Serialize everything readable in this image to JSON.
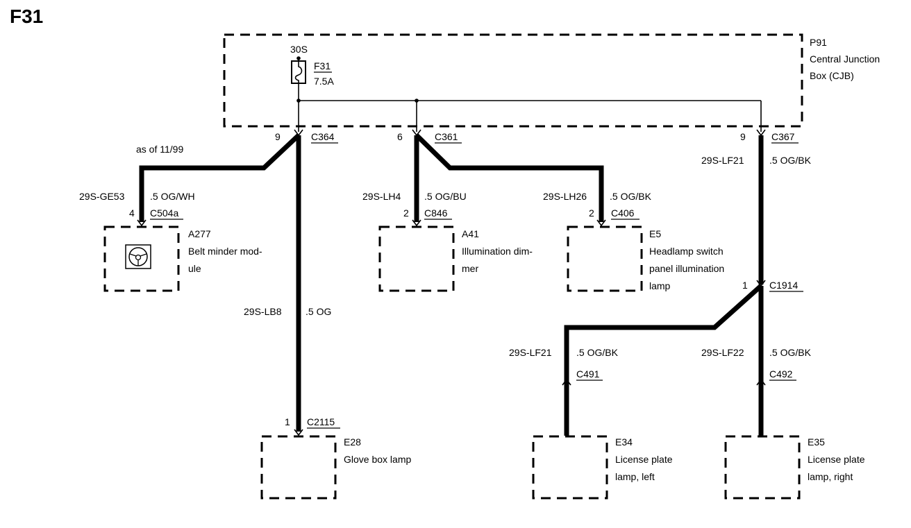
{
  "diagram": {
    "title": "F31",
    "cjb": {
      "id": "P91",
      "name_line1": "Central Junction",
      "name_line2": "Box (CJB)",
      "feed": "30S",
      "fuse_id": "F31",
      "fuse_rating": "7.5A"
    },
    "connectors": [
      {
        "pin": "9",
        "id": "C364"
      },
      {
        "pin": "6",
        "id": "C361"
      },
      {
        "pin": "9",
        "id": "C367"
      },
      {
        "pin": "4",
        "id": "C504a"
      },
      {
        "pin": "2",
        "id": "C846"
      },
      {
        "pin": "2",
        "id": "C406"
      },
      {
        "pin": "1",
        "id": "C1914"
      },
      {
        "pin": "1",
        "id": "C2115"
      },
      {
        "pin": "",
        "id": "C491"
      },
      {
        "pin": "",
        "id": "C492"
      }
    ],
    "wires": [
      {
        "circuit": "29S-GE53",
        "spec": ".5 OG/WH"
      },
      {
        "circuit": "29S-LB8",
        "spec": ".5 OG"
      },
      {
        "circuit": "29S-LH4",
        "spec": ".5 OG/BU"
      },
      {
        "circuit": "29S-LH26",
        "spec": ".5 OG/BK"
      },
      {
        "circuit": "29S-LF21",
        "spec": ".5 OG/BK"
      },
      {
        "circuit": "29S-LF21",
        "spec": ".5 OG/BK"
      },
      {
        "circuit": "29S-LF22",
        "spec": ".5 OG/BK"
      }
    ],
    "note": "as of 11/99",
    "components": [
      {
        "id": "A277",
        "line1": "Belt minder mod-",
        "line2": "ule",
        "line3": ""
      },
      {
        "id": "A41",
        "line1": "Illumination dim-",
        "line2": "mer",
        "line3": ""
      },
      {
        "id": "E5",
        "line1": "Headlamp switch",
        "line2": "panel illumination",
        "line3": "lamp"
      },
      {
        "id": "E28",
        "line1": "Glove box lamp",
        "line2": "",
        "line3": ""
      },
      {
        "id": "E34",
        "line1": "License plate",
        "line2": "lamp, left",
        "line3": ""
      },
      {
        "id": "E35",
        "line1": "License plate",
        "line2": "lamp, right",
        "line3": ""
      }
    ]
  }
}
